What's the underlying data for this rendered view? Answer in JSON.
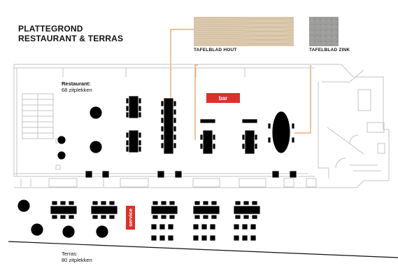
{
  "title": {
    "line1": "PLATTEGROND",
    "line2": "RESTAURANT & TERRAS"
  },
  "materials": [
    {
      "label": "TAFELBLAD HOUT",
      "texture": "wood",
      "color": "#d9c7ad"
    },
    {
      "label": "TAFELBLAD ZINK",
      "texture": "zinc",
      "color": "#9a9a98"
    }
  ],
  "restaurant": {
    "name": "Restaurant:",
    "capacity": "68 zitplekken"
  },
  "terras": {
    "name": "Terras:",
    "capacity": "80 zitplekken"
  },
  "tags": {
    "bar": "bar",
    "service": "service"
  },
  "colors": {
    "accent_red": "#d9312b",
    "leader_orange": "#e8833a",
    "wall": "#bfbfbf",
    "furniture": "#000000"
  }
}
